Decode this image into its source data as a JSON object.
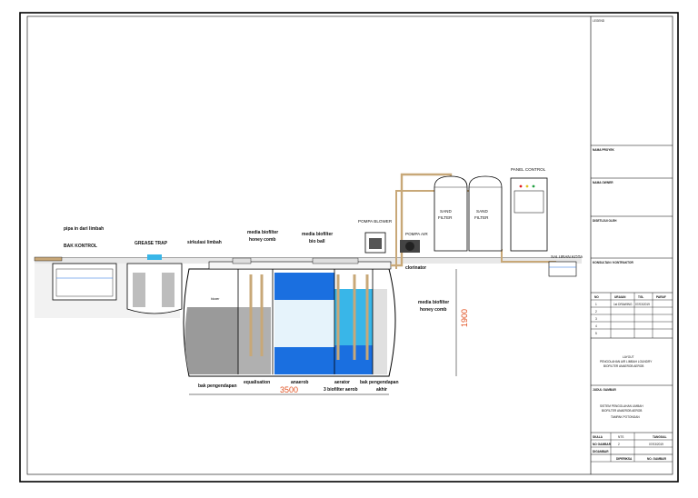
{
  "labels": {
    "pipa_in": "pipa in dari limbah",
    "bak_kontrol": "BAK KONTROL",
    "grease_trap": "GREASE TRAP",
    "sirkulasi": "sirkulasi limbah",
    "media_honey_1a": "media biofilter",
    "media_honey_1b": "honey comb",
    "media_bio_a": "media biofilter",
    "media_bio_b": "bio ball",
    "pompa_blower": "POMPA BLOWER",
    "pompa_air": "POMPA AIR",
    "sand_filter_1a": "SAND",
    "sand_filter_1b": "FILTER",
    "sand_filter_2a": "SAND",
    "sand_filter_2b": "FILTER",
    "panel_control": "PANEL CONTROL",
    "saluran_kota": "SALURAN KOTA",
    "clorinator": "clorinator",
    "media_honey_2a": "media biofilter",
    "media_honey_2b": "honey comb",
    "blower_small": "blower",
    "equalisation": "equalisation",
    "anaerob": "anaerob",
    "aerator": "aerator",
    "bak_pengendapan_akhir_a": "bak pengendapan",
    "bak_pengendapan_akhir_b": "akhir",
    "bak_pengendapan": "bak pengendapan",
    "biofilter_aerob": "3 biofilter aerob",
    "dim_width": "3500",
    "dim_height": "1900"
  },
  "title_block": {
    "legend": "LEGEND",
    "nama_proyek": "NAMA PROYEK",
    "nama_owner": "NAMA OWNER",
    "disetujui": "DISETUJUI OLEH",
    "konsultan": "KONSULTAN / KONTRAKTOR",
    "rev_headers": [
      "NO",
      "URAIAN",
      "TGL",
      "PARAF"
    ],
    "rev_rows": [
      [
        "1",
        "1st DRAWING",
        "07/03/2019",
        ""
      ],
      [
        "2",
        "",
        "",
        ""
      ],
      [
        "3",
        "",
        "",
        ""
      ],
      [
        "4",
        "",
        "",
        ""
      ],
      [
        "5",
        "",
        "",
        ""
      ]
    ],
    "layout_title": "LAYOUT",
    "layout_line1": "PENGOLAHAN AIR LIMBAH LOUNDRY",
    "layout_line2": "BIOFILTER ANAEROB AEROB",
    "judul_label": "JUDUL GAMBAR",
    "judul_line1": "SISTEM PENGOLAHAN LIMBAH",
    "judul_line2": "BIOFILTER ANAEROB AEROB",
    "judul_line3": "TAMPAK POTONGAN",
    "skala_label": "SKALA",
    "skala_value": "NTS",
    "no_gambar_label": "NO GAMBAR",
    "no_gambar_value": "2",
    "tanggal_label": "TANGGAL",
    "tanggal_value": "07/03/2019",
    "digambar_label": "DIGAMBAR",
    "diperiksa_label": "DIPERIKSA",
    "jml_label": "NO. GAMBAR",
    "jml_value": "NO. GAMBAR"
  },
  "colors": {
    "water_blue": "#1a6fe0",
    "media_cyan": "#39b6e8",
    "sludge_gray": "#9a9a9a",
    "dimension_orange": "#e05020",
    "pipe_tan": "#c8a878"
  }
}
